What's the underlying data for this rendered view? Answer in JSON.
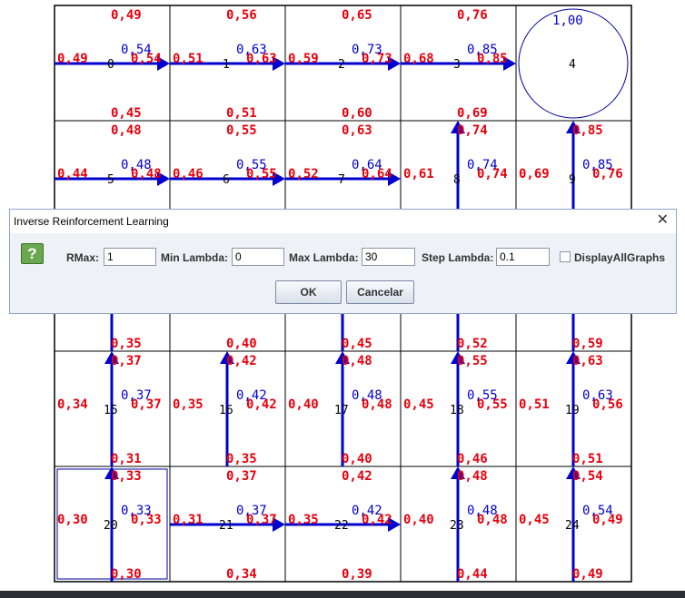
{
  "grid": {
    "cells": [
      {
        "id": "0",
        "top": "0,49",
        "bottom": "0,45",
        "left": "0,49",
        "right": "0,54",
        "value": "0,54",
        "policy": "right"
      },
      {
        "id": "1",
        "top": "0,56",
        "bottom": "0,51",
        "left": "0,51",
        "right": "0,63",
        "value": "0,63",
        "policy": "right"
      },
      {
        "id": "2",
        "top": "0,65",
        "bottom": "0,60",
        "left": "0,59",
        "right": "0,73",
        "value": "0,73",
        "policy": "right"
      },
      {
        "id": "3",
        "top": "0,76",
        "bottom": "0,69",
        "left": "0,68",
        "right": "0,85",
        "value": "0,85",
        "policy": "right"
      },
      {
        "id": "4",
        "top": "",
        "bottom": "",
        "left": "",
        "right": "",
        "value": "1,00",
        "policy": "goal"
      },
      {
        "id": "5",
        "top": "0,48",
        "bottom": "",
        "left": "0,44",
        "right": "0,48",
        "value": "0,48",
        "policy": "right"
      },
      {
        "id": "6",
        "top": "0,55",
        "bottom": "",
        "left": "0,46",
        "right": "0,55",
        "value": "0,55",
        "policy": "right"
      },
      {
        "id": "7",
        "top": "0,63",
        "bottom": "",
        "left": "0,52",
        "right": "0,64",
        "value": "0,64",
        "policy": "right"
      },
      {
        "id": "8",
        "top": "0,74",
        "bottom": "",
        "left": "0,61",
        "right": "0,74",
        "value": "0,74",
        "policy": "up"
      },
      {
        "id": "9",
        "top": "0,85",
        "bottom": "",
        "left": "0,69",
        "right": "0,76",
        "value": "0,85",
        "policy": "up"
      },
      {
        "id": "10",
        "top": "",
        "bottom": "0,35",
        "left": "",
        "right": "",
        "value": "",
        "policy": "up"
      },
      {
        "id": "11",
        "top": "",
        "bottom": "0,40",
        "left": "",
        "right": "",
        "value": "",
        "policy": "none"
      },
      {
        "id": "12",
        "top": "",
        "bottom": "0,45",
        "left": "",
        "right": "",
        "value": "",
        "policy": "up"
      },
      {
        "id": "13",
        "top": "",
        "bottom": "0,52",
        "left": "",
        "right": "",
        "value": "",
        "policy": "up"
      },
      {
        "id": "14",
        "top": "",
        "bottom": "0,59",
        "left": "",
        "right": "",
        "value": "",
        "policy": "up"
      },
      {
        "id": "15",
        "top": "0,37",
        "bottom": "0,31",
        "left": "0,34",
        "right": "0,37",
        "value": "0,37",
        "policy": "up"
      },
      {
        "id": "16",
        "top": "0,42",
        "bottom": "0,35",
        "left": "0,35",
        "right": "0,42",
        "value": "0,42",
        "policy": "up"
      },
      {
        "id": "17",
        "top": "0,48",
        "bottom": "0,40",
        "left": "0,40",
        "right": "0,48",
        "value": "0,48",
        "policy": "up"
      },
      {
        "id": "18",
        "top": "0,55",
        "bottom": "0,46",
        "left": "0,45",
        "right": "0,55",
        "value": "0,55",
        "policy": "up"
      },
      {
        "id": "19",
        "top": "0,63",
        "bottom": "0,51",
        "left": "0,51",
        "right": "0,56",
        "value": "0,63",
        "policy": "up"
      },
      {
        "id": "20",
        "top": "0,33",
        "bottom": "0,30",
        "left": "0,30",
        "right": "0,33",
        "value": "0,33",
        "policy": "up"
      },
      {
        "id": "21",
        "top": "0,37",
        "bottom": "0,34",
        "left": "0,31",
        "right": "0,37",
        "value": "0,37",
        "policy": "right"
      },
      {
        "id": "22",
        "top": "0,42",
        "bottom": "0,39",
        "left": "0,35",
        "right": "0,42",
        "value": "0,42",
        "policy": "right"
      },
      {
        "id": "23",
        "top": "0,48",
        "bottom": "0,44",
        "left": "0,40",
        "right": "0,48",
        "value": "0,48",
        "policy": "up"
      },
      {
        "id": "24",
        "top": "0,54",
        "bottom": "0,49",
        "left": "0,45",
        "right": "0,49",
        "value": "0,54",
        "policy": "up"
      }
    ],
    "selected_cell": "20",
    "colors": {
      "q_value": "#e8000c",
      "state_value": "#0000d0",
      "arrow": "#0000d0"
    }
  },
  "dialog": {
    "title": "Inverse Reinforcement Learning",
    "close_icon": "close-icon",
    "help_icon": "help-icon",
    "help_glyph": "?",
    "fields": {
      "rmax": {
        "label": "RMax:",
        "value": "1"
      },
      "min_lambda": {
        "label": "Min Lambda:",
        "value": "0"
      },
      "max_lambda": {
        "label": "Max Lambda:",
        "value": "30"
      },
      "step_lambda": {
        "label": "Step Lambda:",
        "value": "0.1"
      }
    },
    "display_all_graphs": {
      "label": "DisplayAllGraphs",
      "checked": false
    },
    "ok_label": "OK",
    "cancel_label": "Cancelar"
  }
}
